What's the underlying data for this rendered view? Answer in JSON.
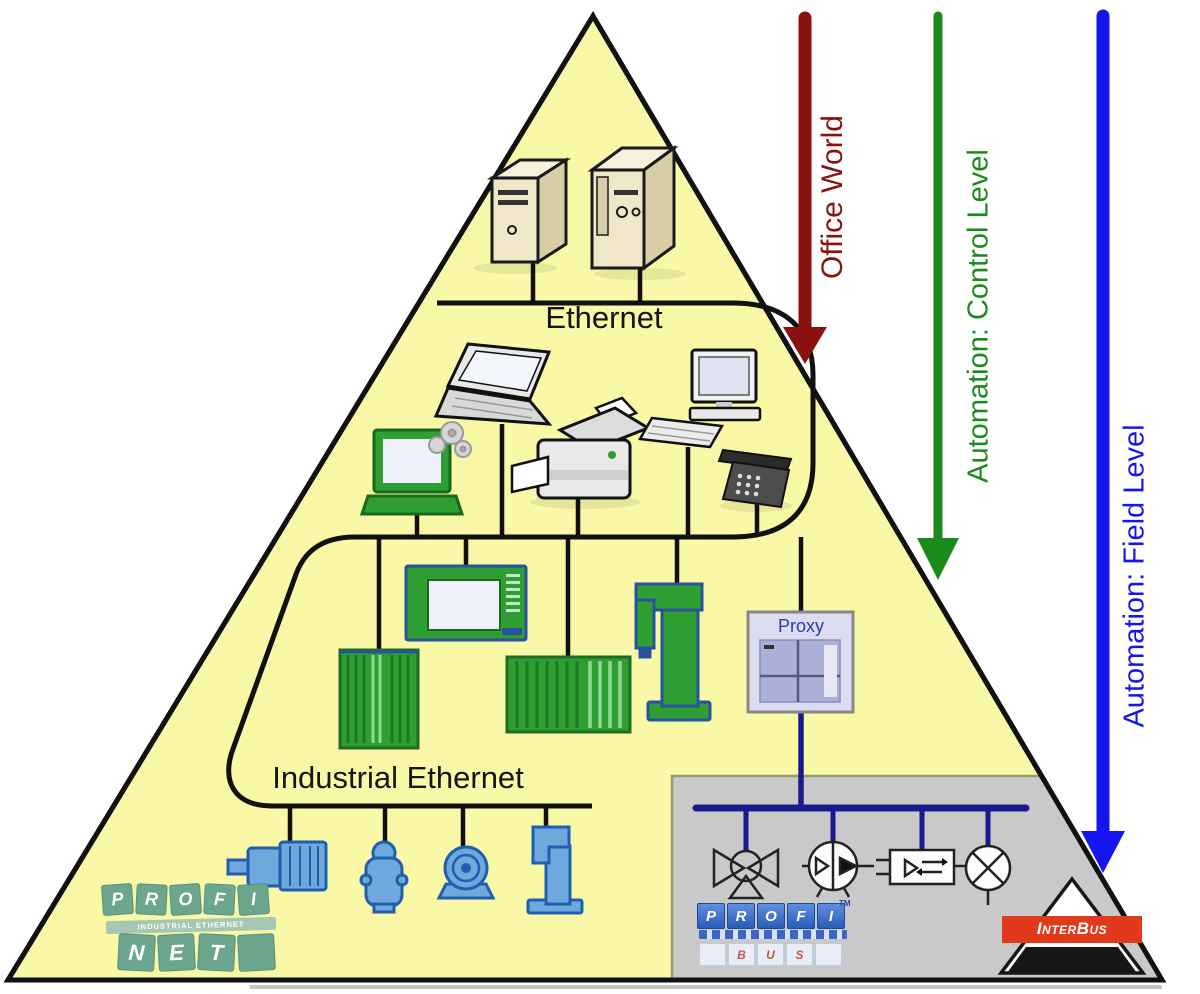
{
  "labels": {
    "ethernet": "Ethernet",
    "industrial_ethernet": "Industrial Ethernet",
    "proxy": "Proxy"
  },
  "arrows": {
    "office": {
      "label": "Office World",
      "color": "#8b1111"
    },
    "control": {
      "label": "Automation: Control Level",
      "color": "#1a8a1a"
    },
    "field": {
      "label": "Automation: Field Level",
      "color": "#1515ee"
    }
  },
  "logos": {
    "profinet": {
      "top_tiles": [
        "P",
        "R",
        "O",
        "F",
        "I"
      ],
      "banner": "INDUSTRIAL ETHERNET",
      "bottom_tiles": [
        "N",
        "E",
        "T"
      ]
    },
    "profibus": {
      "top_tiles": [
        "P",
        "R",
        "O",
        "F",
        "I"
      ],
      "tm": "TM",
      "bottom_tiles": [
        "B",
        "U",
        "S"
      ]
    },
    "interbus": {
      "label": "InterBus"
    }
  },
  "icons": {
    "tier1": [
      "server-tower",
      "server-tower"
    ],
    "tier2": [
      "workstation",
      "laptop",
      "printer",
      "desktop-pc",
      "telephone"
    ],
    "tier3": [
      "plc-rack",
      "hmi-panel",
      "plc-rack",
      "robot-arm",
      "proxy-device"
    ],
    "tier4_industrial": [
      "gear-motor",
      "pump",
      "blower",
      "small-robot"
    ],
    "tier5_fieldbus": [
      "valve-symbol",
      "pump-symbol",
      "optocoupler-symbol",
      "lamp-symbol"
    ]
  },
  "colors": {
    "pyramid_fill": "#f8f8a6",
    "field_area_fill": "#c9c9c9",
    "network_line": "#111111",
    "fieldbus_blue": "#1a1a8c",
    "device_green": "#2f9e33",
    "device_blue": "#6fa8dc",
    "profinet_green": "#6ca68e",
    "profibus_blue": "#3b72cc",
    "interbus_red": "#e0391c"
  }
}
